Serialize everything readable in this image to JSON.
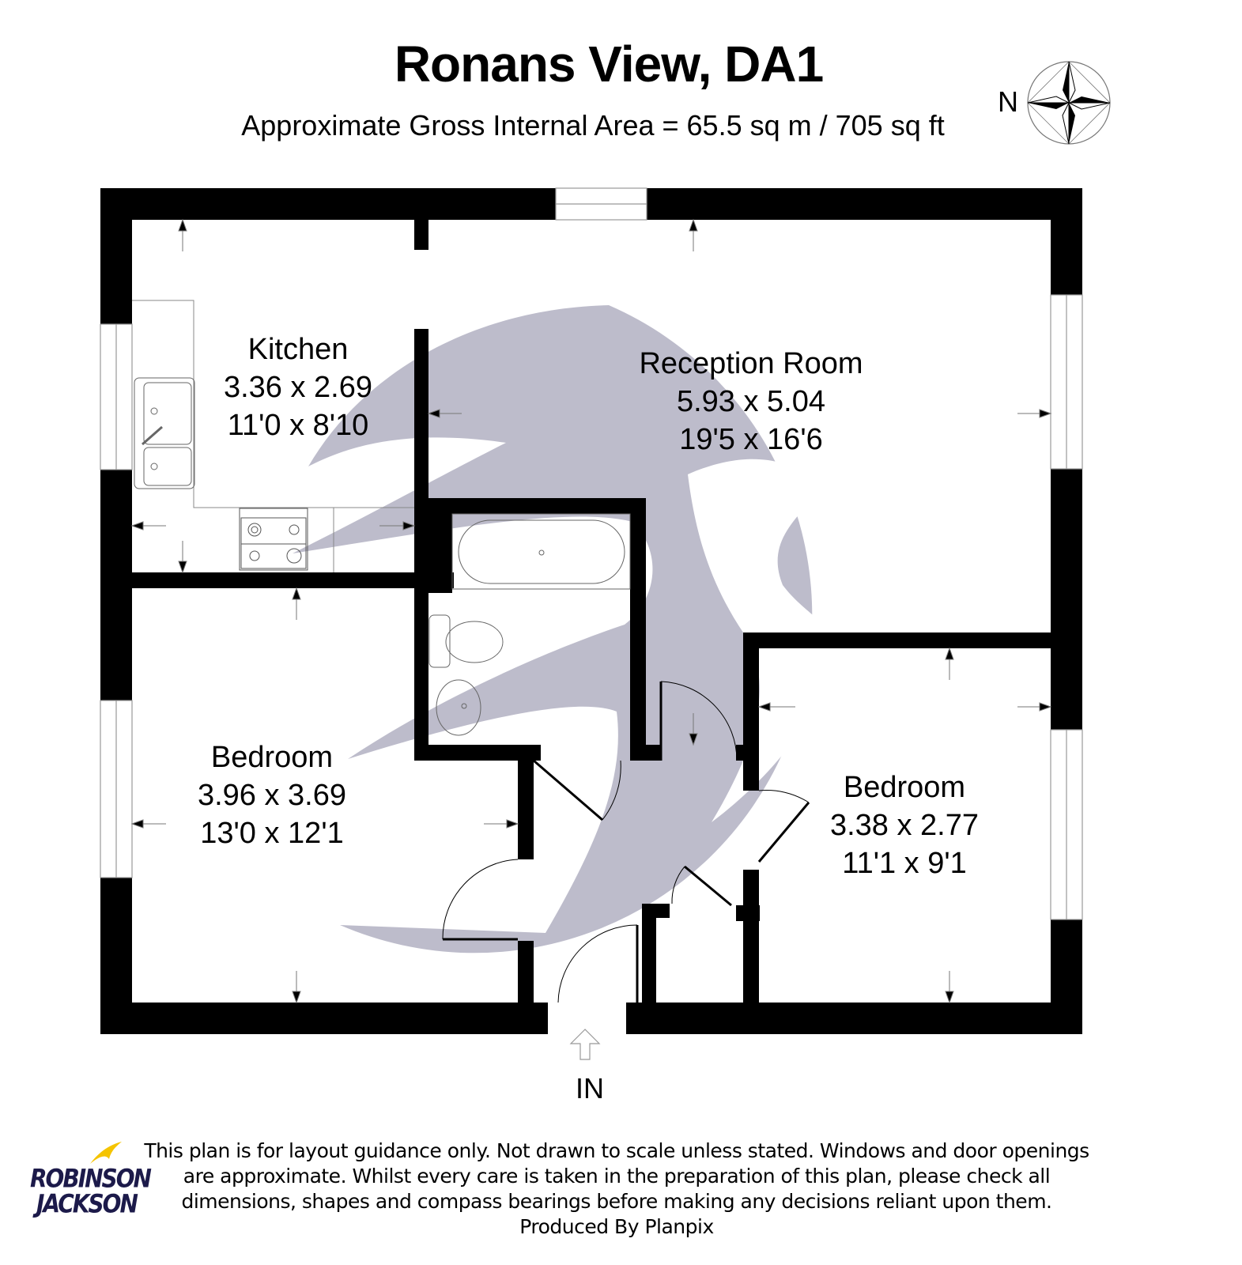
{
  "header": {
    "title": "Ronans View, DA1",
    "subtitle": "Approximate Gross Internal Area = 65.5 sq m / 705 sq ft"
  },
  "compass": {
    "label": "N",
    "icon": "compass-rose-icon"
  },
  "rooms": [
    {
      "name": "Kitchen",
      "metric": "3.36 x 2.69",
      "imperial": "11'0 x 8'10"
    },
    {
      "name": "Reception Room",
      "metric": "5.93 x 5.04",
      "imperial": "19'5 x 16'6"
    },
    {
      "name": "Bedroom",
      "metric": "3.96 x 3.69",
      "imperial": "13'0 x 12'1"
    },
    {
      "name": "Bedroom",
      "metric": "3.38 x 2.77",
      "imperial": "11'1 x 9'1"
    }
  ],
  "entrance": {
    "label": "IN",
    "icon": "entrance-arrow-icon"
  },
  "fixtures": [
    "sink-icon",
    "hob-icon",
    "bath-icon",
    "toilet-icon",
    "basin-icon"
  ],
  "disclaimer": {
    "lines": [
      "This plan is for layout guidance only. Not drawn to scale unless stated. Windows and door openings",
      "are approximate. Whilst every care is taken in the preparation of this plan, please check all",
      "dimensions, shapes and compass bearings before making any decisions reliant upon them.",
      "Produced By Planpix"
    ]
  },
  "logo": {
    "line1": "ROBINSON",
    "line2": "JACKSON",
    "brand_color": "#1c1a4a",
    "accent_color": "#f5c400"
  },
  "colors": {
    "wall": "#000000",
    "watermark": "#b9b8c8",
    "background": "#ffffff"
  }
}
